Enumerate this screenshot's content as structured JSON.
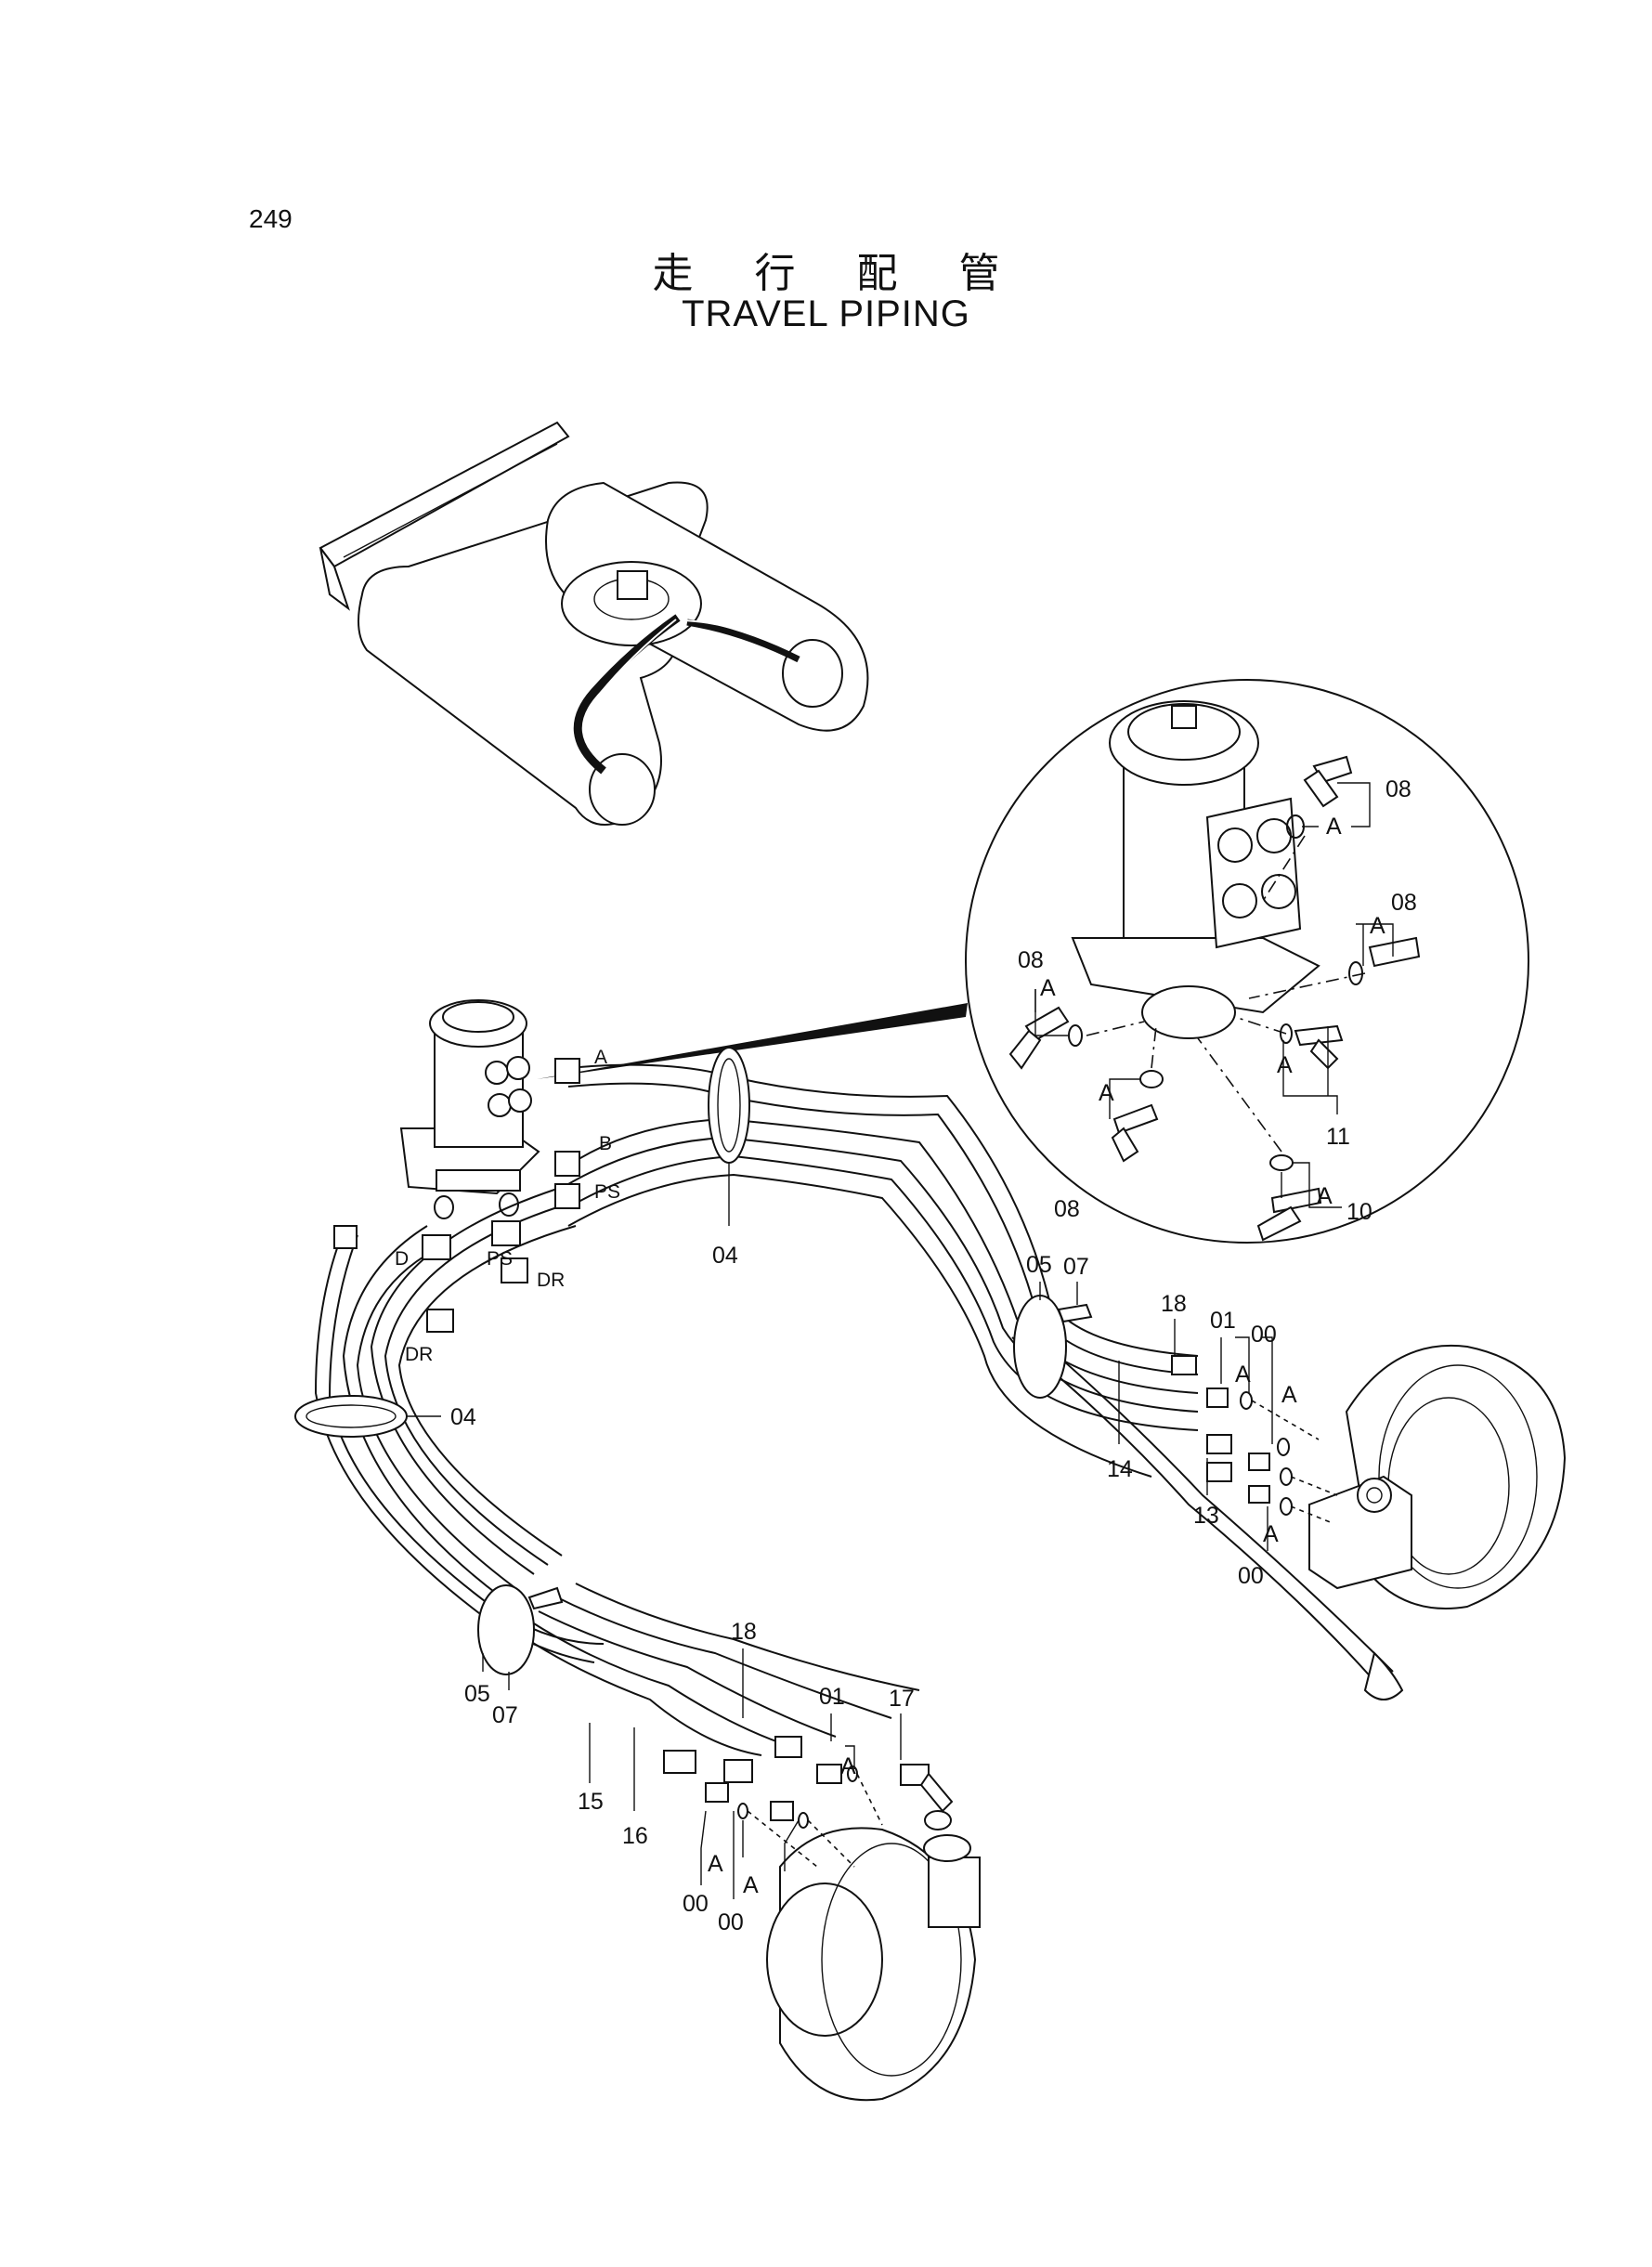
{
  "page_number": "249",
  "title_cjk": "走 行 配 管",
  "title_en": "TRAVEL PIPING",
  "inset_labels": {
    "part_08_top": "08",
    "a_top": "A",
    "part_08_right": "08",
    "a_right": "A",
    "part_08_left": "08",
    "a_left": "A",
    "a_mid": "A",
    "part_11": "11",
    "part_08_bottom": "08",
    "a_bottom": "A",
    "a_10": "A",
    "part_10": "10"
  },
  "port_labels": {
    "port_a": "A",
    "port_b": "B",
    "port_ps_upper": "PS",
    "port_d": "D",
    "port_ps_lower": "PS",
    "port_dr_upper": "DR",
    "port_dr_lower": "DR"
  },
  "part_labels": {
    "p04_top": "04",
    "p04_left": "04",
    "p05_right": "05",
    "p07_right": "07",
    "p18_right": "18",
    "p01_right": "01",
    "p00_right_top": "00",
    "a_right_1": "A",
    "a_right_2": "A",
    "p14": "14",
    "p13": "13",
    "a_right_3": "A",
    "p00_right_bottom": "00",
    "p05_left": "05",
    "p07_left": "07",
    "p18_left": "18",
    "p01_left": "01",
    "p17": "17",
    "a_left_1": "A",
    "p15": "15",
    "p16": "16",
    "a_left_2": "A",
    "a_left_3": "A",
    "p00_left_1": "00",
    "p00_left_2": "00"
  }
}
